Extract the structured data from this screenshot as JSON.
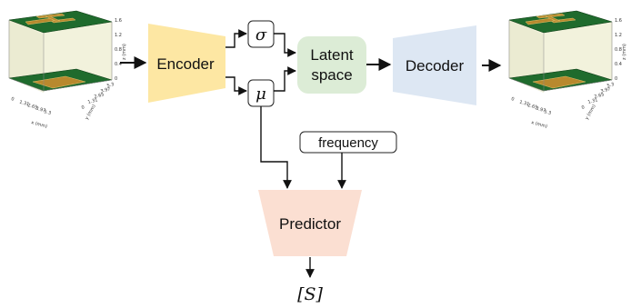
{
  "encoder_label": "Encoder",
  "decoder_label": "Decoder",
  "latent_label_line1": "Latent",
  "latent_label_line2": "space",
  "sigma_label": "σ",
  "mu_label": "μ",
  "frequency_label": "frequency",
  "predictor_label": "Predictor",
  "output_label": "[S]",
  "colors": {
    "encoder": "#fde7a3",
    "decoder": "#dde7f3",
    "latent": "#dcecd6",
    "predictor": "#fbdfd2",
    "pcb_green": "#1f6b2d",
    "pcb_copper": "#b8892e",
    "box_wall": "#f2f2dc"
  },
  "input_model": {
    "x_label": "x (mm)",
    "y_label": "y (mm)",
    "z_label": "z (mm)",
    "x_ticks": [
      "0",
      "1.31",
      "2.65",
      "3.97",
      "5.3"
    ],
    "y_ticks": [
      "0",
      "1.31",
      "2.65",
      "3.97",
      "5.3"
    ],
    "z_ticks": [
      "0",
      "0.4",
      "0.8",
      "1.2",
      "1.6"
    ]
  },
  "output_model": {
    "x_label": "x (mm)",
    "y_label": "y (mm)",
    "z_label": "z (mm)",
    "x_ticks": [
      "0",
      "1.31",
      "2.65",
      "3.97",
      "5.3"
    ],
    "y_ticks": [
      "0",
      "1.31",
      "2.65",
      "3.97",
      "5.3"
    ],
    "z_ticks": [
      "0",
      "0.4",
      "0.8",
      "1.2",
      "1.6"
    ]
  }
}
